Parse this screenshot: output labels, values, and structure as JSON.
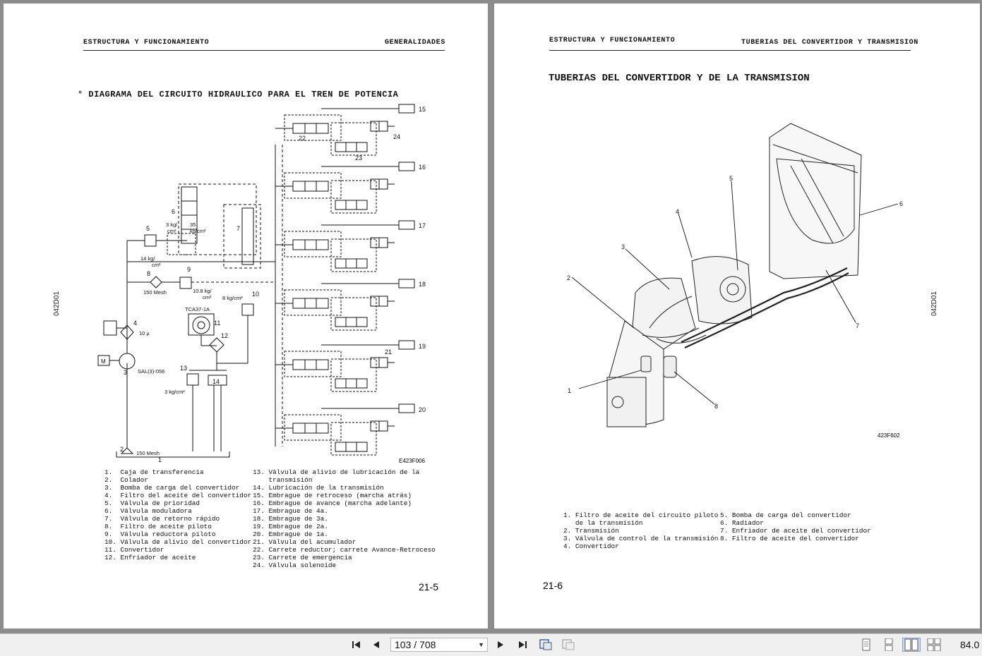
{
  "left_page": {
    "header_left": "ESTRUCTURA Y FUNCIONAMIENTO",
    "header_right": "GENERALIDADES",
    "side_code": "042D01",
    "title": "° DIAGRAMA DEL CIRCUITO HIDRAULICO PARA EL TREN DE POTENCIA",
    "figure_code": "E423F006",
    "diagram_labels": {
      "n1": "1",
      "n2": "2",
      "n3": "3",
      "n4": "4",
      "n5": "5",
      "n6": "6",
      "n7": "7",
      "n8": "8",
      "n9": "9",
      "n10": "10",
      "n11": "11",
      "n12": "12",
      "n13": "13",
      "n14": "14",
      "n15": "15",
      "n16": "16",
      "n17": "17",
      "n18": "18",
      "n19": "19",
      "n20": "20",
      "n21": "21",
      "n22": "22",
      "n23": "23",
      "n24": "24",
      "m": "M",
      "p14a": "14 kg/",
      "p14b": "cm²",
      "p3a": "3 kg/",
      "p3b": "cm²",
      "p35a": "35",
      "p35b": "kg/cm²",
      "mesh150": "150 Mesh",
      "p108a": "10.8 kg/",
      "p108b": "cm²",
      "p8": "8 kg/cm²",
      "tca": "TCA37-1A",
      "ten_mu": "10 μ",
      "sal": "SAL(3)-056",
      "p3kg": "3 kg/cm²",
      "mesh150b": "150 Mesh"
    },
    "legend_left": [
      "1.  Caja de transferencia",
      "2.  Colador",
      "3.  Bomba de carga del convertidor",
      "4.  Filtro del aceite del convertidor",
      "5.  Válvula de prioridad",
      "6.  Válvula moduladora",
      "7.  Válvula de retorno rápido",
      "8.  Filtro de aceite piloto",
      "9.  Válvula reductora piloto",
      "10. Válvula de alivio del convertidor",
      "11. Convertidor",
      "12. Enfriador de aceite"
    ],
    "legend_right": [
      "13. Válvula de alivio de lubricación de la",
      "    transmisión",
      "14. Lubricación de la transmisión",
      "15. Embrague de retroceso (marcha atrás)",
      "16. Embrague de avance (marcha adelante)",
      "17. Embrague de 4a.",
      "18. Embrague de 3a.",
      "19. Embrague de 2a.",
      "20. Embrague de 1a.",
      "21. Válvula del acumulador",
      "22. Carrete reductor; carrete Avance-Retroceso",
      "23. Carrete de emergencia",
      "24. Válvula solenoide"
    ],
    "page_number": "21-5"
  },
  "right_page": {
    "header_left": "ESTRUCTURA Y FUNCIONAMIENTO",
    "header_right": "TUBERIAS DEL CONVERTIDOR Y TRANSMISION",
    "side_code": "042D01",
    "title": "TUBERIAS DEL CONVERTIDOR Y DE LA TRANSMISION",
    "figure_code": "423F602",
    "callouts": {
      "c1": "1",
      "c2": "2",
      "c3": "3",
      "c4": "4",
      "c5": "5",
      "c6": "6",
      "c7": "7",
      "c8": "8"
    },
    "legend_left": [
      "1. Filtro de aceite del circuito piloto",
      "   de la transmisión",
      "2. Transmisión",
      "3. Válvula de control de la transmisión",
      "4. Convertidor"
    ],
    "legend_right": [
      "5. Bomba de carga del convertidor",
      "6. Radiador",
      "7. Enfriador de aceite del convertidor",
      "8. Filtro de aceite del convertidor"
    ],
    "page_number": "21-6"
  },
  "toolbar": {
    "page_indicator": "103 / 708",
    "zoom": "84.0",
    "icons": [
      "first-page-icon",
      "previous-page-icon",
      "next-page-icon",
      "last-page-icon",
      "fit-page-icon",
      "fit-width-icon",
      "single-page-view-icon",
      "continuous-view-icon",
      "two-page-view-icon",
      "continuous-facing-view-icon"
    ]
  }
}
